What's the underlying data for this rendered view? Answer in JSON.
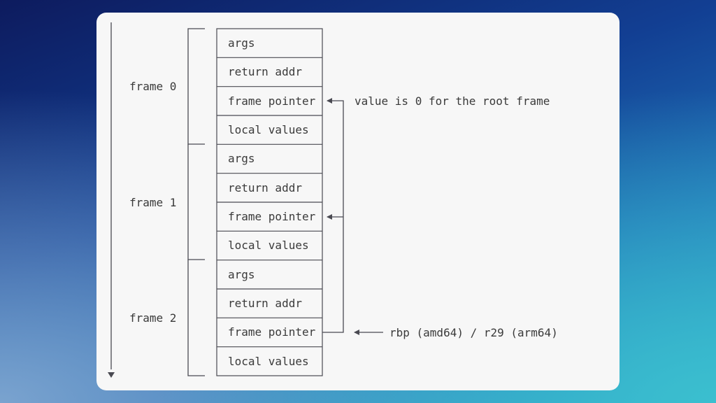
{
  "diagram": {
    "frames": [
      {
        "label": "frame 0",
        "cells": [
          "args",
          "return addr",
          "frame pointer",
          "local values"
        ]
      },
      {
        "label": "frame 1",
        "cells": [
          "args",
          "return addr",
          "frame pointer",
          "local values"
        ]
      },
      {
        "label": "frame 2",
        "cells": [
          "args",
          "return addr",
          "frame pointer",
          "local values"
        ]
      }
    ],
    "annotations": {
      "root_frame_note": "value is 0 for the root frame",
      "register_note": "rbp (amd64) / r29 (arm64)"
    },
    "colors": {
      "line": "#4a4a52",
      "text": "#3a3a3a",
      "card": "#f7f7f7"
    }
  }
}
